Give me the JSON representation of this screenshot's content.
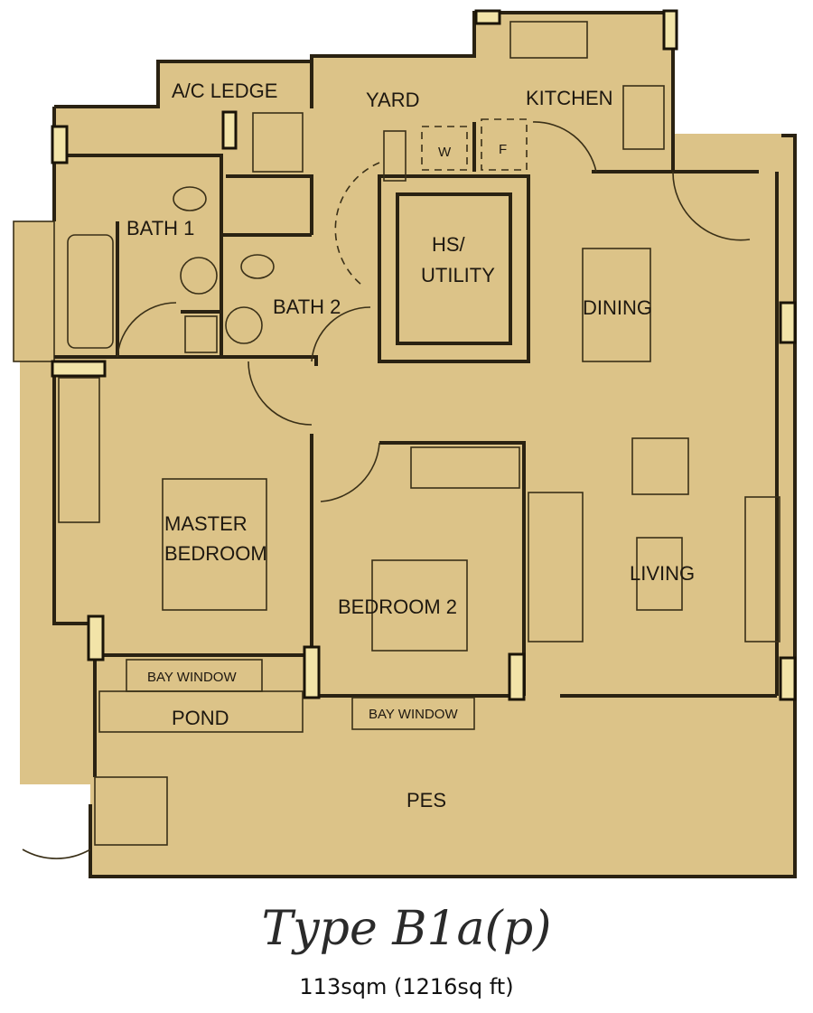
{
  "rooms": {
    "ac_ledge": "A/C LEDGE",
    "yard": "YARD",
    "kitchen": "KITCHEN",
    "washer": "W",
    "fridge": "F",
    "bath1": "BATH 1",
    "bath2": "BATH 2",
    "hs_utility_1": "HS/",
    "hs_utility_2": "UTILITY",
    "dining": "DINING",
    "master_bedroom_1": "MASTER",
    "master_bedroom_2": "BEDROOM",
    "bedroom2": "BEDROOM 2",
    "living": "LIVING",
    "bay_window": "BAY WINDOW",
    "pond": "POND",
    "pes": "PES"
  },
  "caption": {
    "type": "Type B1a(p)",
    "area": "113sqm (1216sq ft)"
  },
  "colors": {
    "floor": "#dcc388",
    "wall": "#2a2212"
  }
}
